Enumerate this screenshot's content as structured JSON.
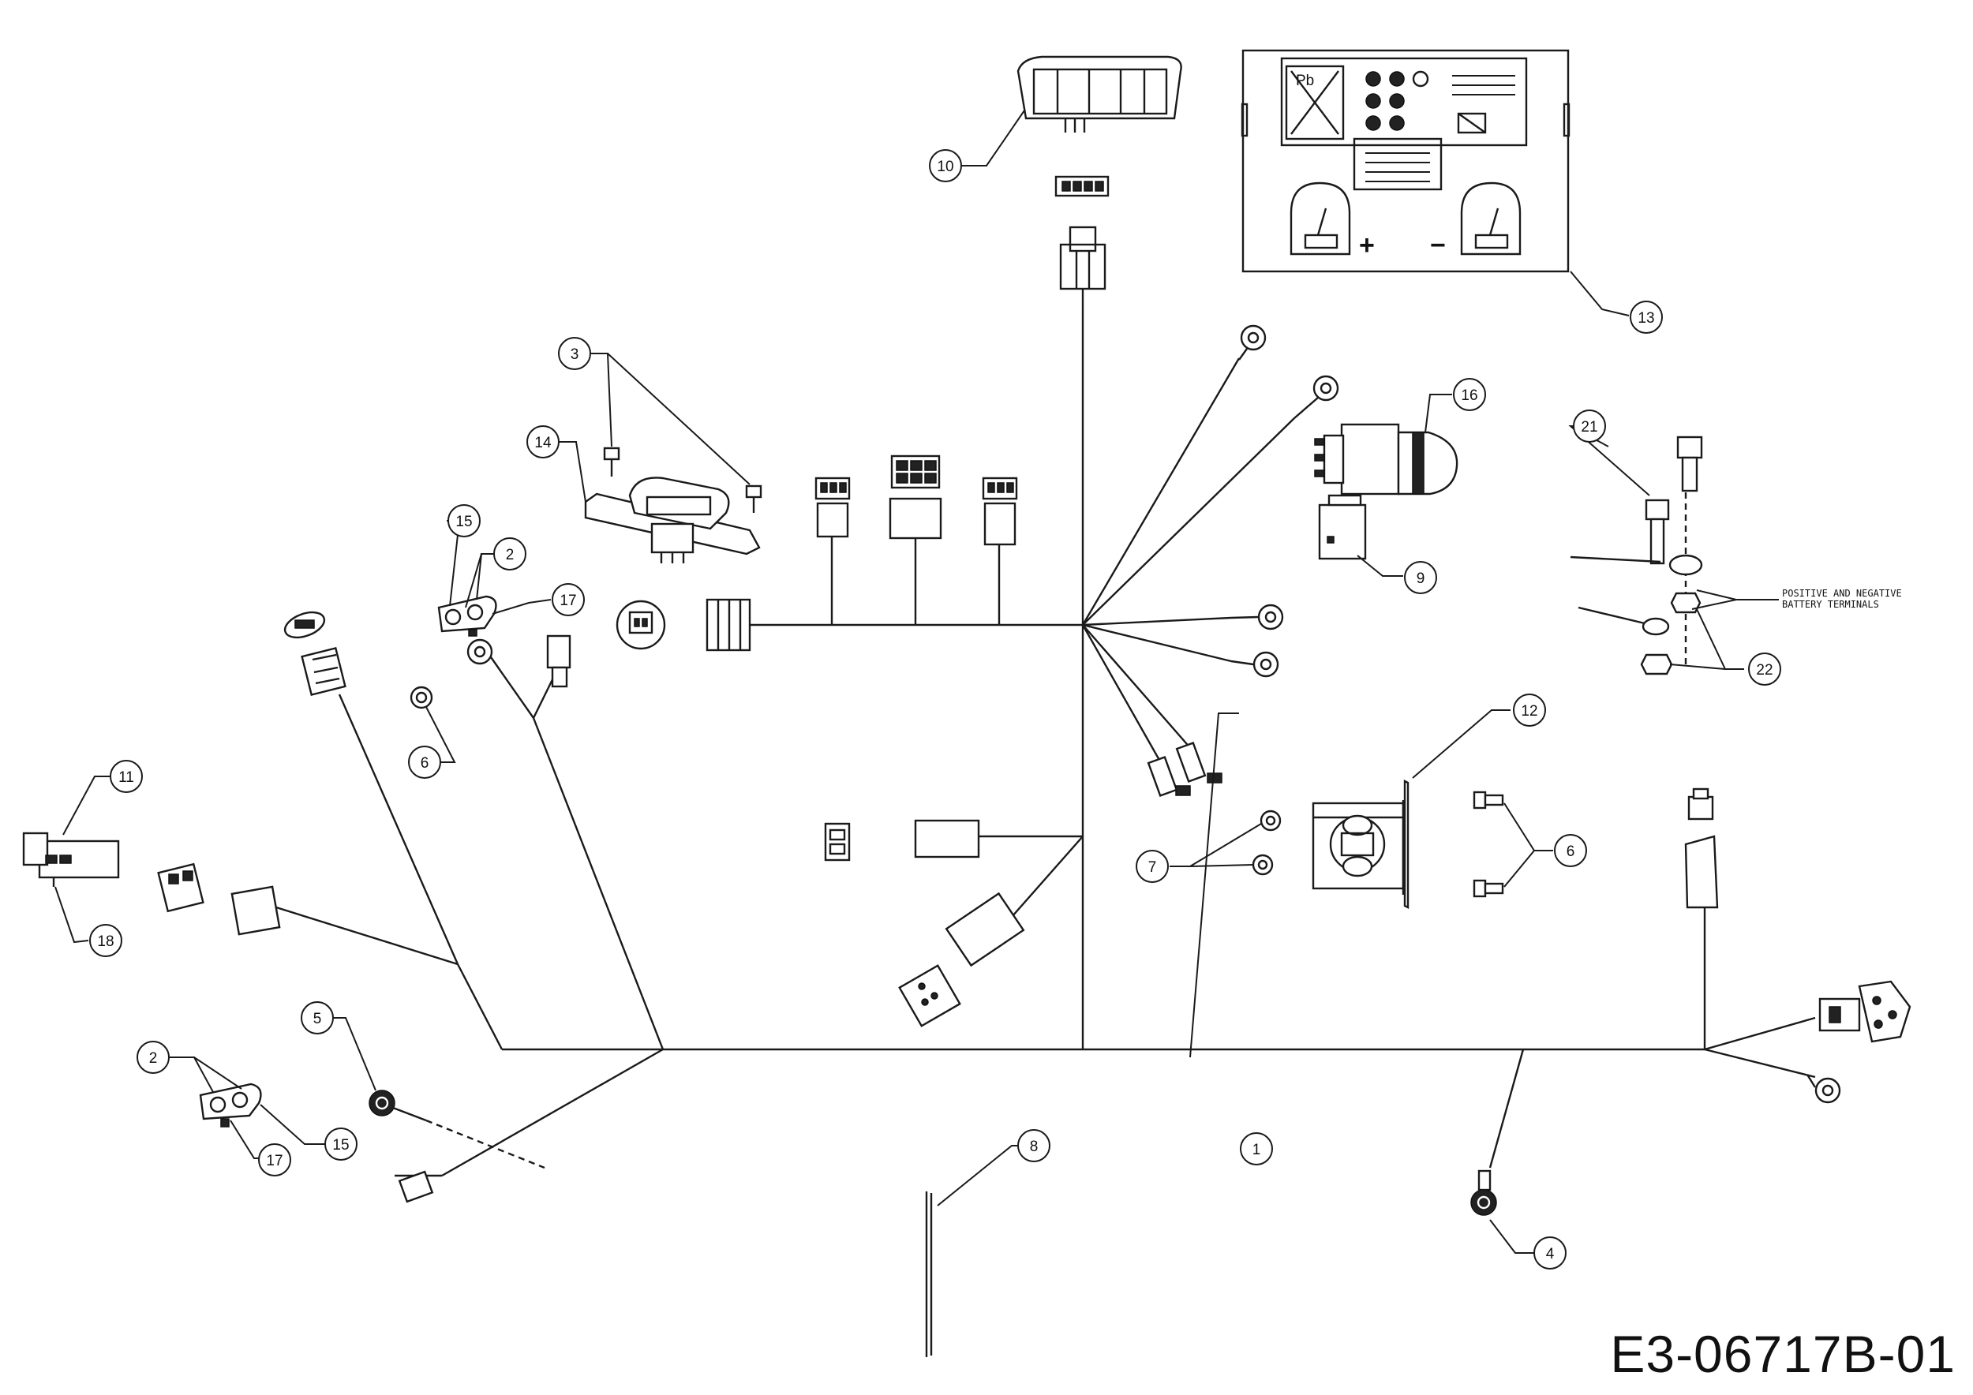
{
  "diagram": {
    "drawing_code": "E3-06717B-01",
    "note": [
      "POSITIVE AND NEGATIVE",
      "BATTERY TERMINALS"
    ],
    "battery_symbols": {
      "plus": "+",
      "minus": "−",
      "lead": "Pb"
    },
    "callouts": [
      {
        "id": "c1",
        "n": "1"
      },
      {
        "id": "c2a",
        "n": "2"
      },
      {
        "id": "c2b",
        "n": "2"
      },
      {
        "id": "c3",
        "n": "3"
      },
      {
        "id": "c4",
        "n": "4"
      },
      {
        "id": "c5",
        "n": "5"
      },
      {
        "id": "c6a",
        "n": "6"
      },
      {
        "id": "c6b",
        "n": "6"
      },
      {
        "id": "c7",
        "n": "7"
      },
      {
        "id": "c8",
        "n": "8"
      },
      {
        "id": "c9",
        "n": "9"
      },
      {
        "id": "c10",
        "n": "10"
      },
      {
        "id": "c11",
        "n": "11"
      },
      {
        "id": "c12",
        "n": "12"
      },
      {
        "id": "c13",
        "n": "13"
      },
      {
        "id": "c14",
        "n": "14"
      },
      {
        "id": "c15a",
        "n": "15"
      },
      {
        "id": "c15b",
        "n": "15"
      },
      {
        "id": "c16",
        "n": "16"
      },
      {
        "id": "c17a",
        "n": "17"
      },
      {
        "id": "c17b",
        "n": "17"
      },
      {
        "id": "c18",
        "n": "18"
      },
      {
        "id": "c21",
        "n": "21"
      },
      {
        "id": "c22",
        "n": "22"
      }
    ]
  }
}
